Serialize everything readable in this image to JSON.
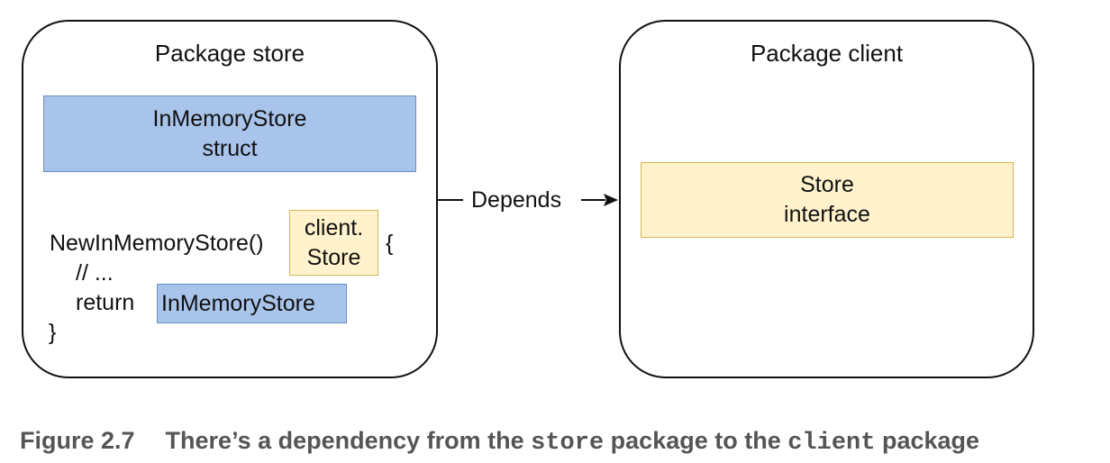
{
  "store_package": {
    "title": "Package store",
    "struct_box": {
      "line1": "InMemoryStore",
      "line2": "struct"
    },
    "code": {
      "func_name": "NewInMemoryStore()",
      "return_type_line1": "client.",
      "return_type_line2": "Store",
      "open_brace": "{",
      "comment": "// ...",
      "return_kw": "return",
      "return_value": "InMemoryStore",
      "close_brace": "}"
    }
  },
  "client_package": {
    "title": "Package client",
    "interface_box": {
      "line1": "Store",
      "line2": "interface"
    }
  },
  "edge": {
    "label": "Depends"
  },
  "caption": {
    "figure_label": "Figure 2.7",
    "text_part1": "There’s a dependency from the ",
    "code1": "store",
    "text_part2": " package to the ",
    "code2": "client",
    "text_part3": " package"
  },
  "colors": {
    "struct_fill": "#a9c4eb",
    "struct_stroke": "#6c8ebf",
    "interface_fill": "#fff2cc",
    "interface_stroke": "#d6b656"
  }
}
